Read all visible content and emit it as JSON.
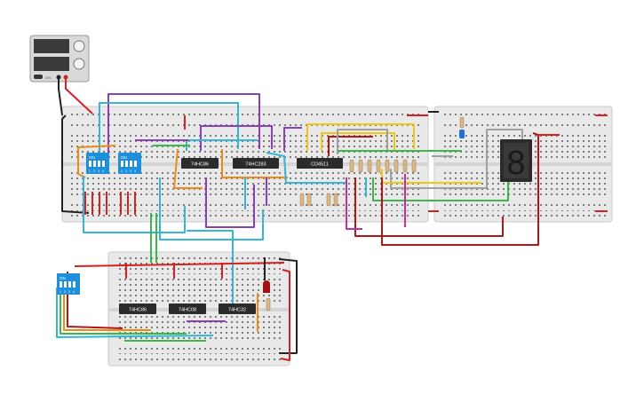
{
  "power_supply": {
    "switch_label": "ON",
    "terminal_colors": [
      "#222222",
      "#d32222"
    ]
  },
  "chips": [
    {
      "id": "74hc86-top",
      "label": "74HC86"
    },
    {
      "id": "74hc283",
      "label": "74HC283"
    },
    {
      "id": "cd4511",
      "label": "CD4511"
    },
    {
      "id": "74hc86-bottom",
      "label": "74HC86"
    },
    {
      "id": "74hc08",
      "label": "74HC08"
    },
    {
      "id": "74hc32",
      "label": "74HC32"
    }
  ],
  "dip_switches": [
    {
      "id": "dip-a",
      "on_label": "ON",
      "numbers": [
        "1",
        "2",
        "3",
        "4"
      ]
    },
    {
      "id": "dip-b",
      "on_label": "ON",
      "numbers": [
        "1",
        "2",
        "3",
        "4"
      ]
    },
    {
      "id": "dip-c",
      "on_label": "ON",
      "numbers": [
        "1",
        "2",
        "3",
        "4"
      ]
    }
  ],
  "seven_segment": {
    "digit": "8",
    "segment_color": "#1a1a1a"
  },
  "colors": {
    "breadboard": "#e9e9e9",
    "chip": "#2b2b2b",
    "dip_switch": "#1f8fdc",
    "wire_red": "#d32222",
    "wire_black": "#222222",
    "wire_blue": "#35b6d6",
    "wire_purple": "#8a3fb8",
    "wire_orange": "#ee8a1c",
    "wire_green": "#3cb84a",
    "wire_yellow": "#f0c814",
    "wire_gray": "#a0a0a0",
    "wire_magenta": "#c2309a",
    "wire_darkred": "#b01818",
    "led": "#a01010"
  }
}
